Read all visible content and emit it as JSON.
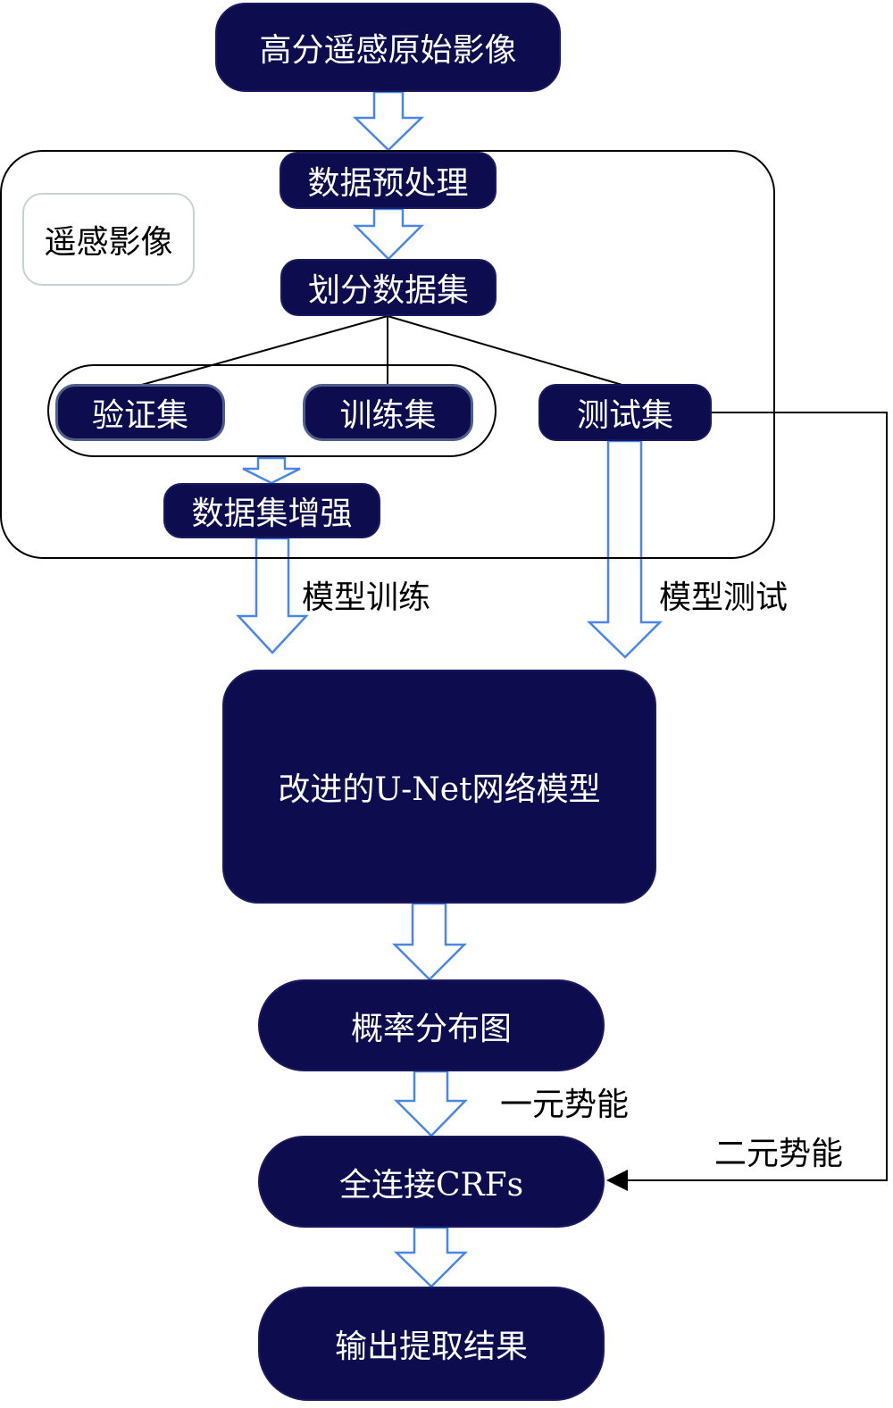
{
  "nodes": {
    "raw_image": "高分遥感原始影像",
    "preprocess": "数据预处理",
    "split": "划分数据集",
    "val_set": "验证集",
    "train_set": "训练集",
    "test_set": "测试集",
    "augment": "数据集增强",
    "model": "改进的U-Net网络模型",
    "prob_map": "概率分布图",
    "crf": "全连接CRFs",
    "output": "输出提取结果"
  },
  "region_label": "遥感影像",
  "edge_labels": {
    "model_train": "模型训练",
    "model_test": "模型测试",
    "unary": "一元势能",
    "binary": "二元势能"
  },
  "colors": {
    "node_fill": "#0c0c4e",
    "node_text": "#ffffff",
    "arrow_outline": "#4a86e8",
    "line": "#000000"
  }
}
